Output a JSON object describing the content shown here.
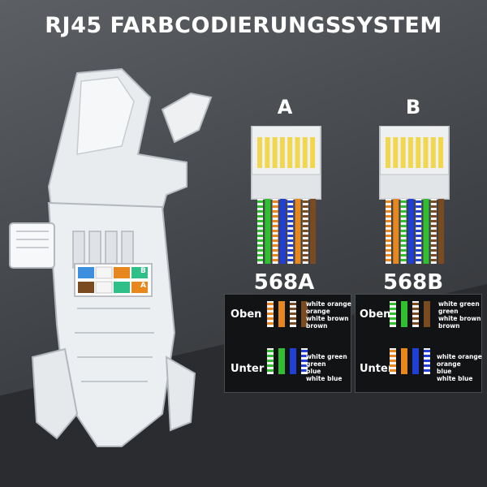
{
  "title": "RJ45 FARBCODIERUNGSSYSTEM",
  "colors": {
    "white": "#f5f5f5",
    "orange": "#e8871e",
    "green": "#2fbf2f",
    "blue": "#1f3fd6",
    "brown": "#7a4a20",
    "gold": "#f2d64b"
  },
  "standards": [
    {
      "letter": "A",
      "name": "568A",
      "wires": [
        "white-green",
        "green",
        "white-orange",
        "blue",
        "white-blue",
        "orange",
        "white-brown",
        "brown"
      ],
      "rows": [
        {
          "label": "Oben",
          "wires": [
            "white-orange",
            "orange",
            "white-brown",
            "brown"
          ],
          "names": [
            "white orange",
            "orange",
            "white brown",
            "brown"
          ]
        },
        {
          "label": "Unter",
          "wires": [
            "white-green",
            "green",
            "blue",
            "white-blue"
          ],
          "names": [
            "white green",
            "green",
            "blue",
            "white blue"
          ]
        }
      ]
    },
    {
      "letter": "B",
      "name": "568B",
      "wires": [
        "white-orange",
        "orange",
        "white-green",
        "blue",
        "white-blue",
        "green",
        "white-brown",
        "brown"
      ],
      "rows": [
        {
          "label": "Oben",
          "wires": [
            "white-green",
            "green",
            "white-brown",
            "brown"
          ],
          "names": [
            "white green",
            "green",
            "white brown",
            "brown"
          ]
        },
        {
          "label": "Unter",
          "wires": [
            "white-orange",
            "orange",
            "blue",
            "white-blue"
          ],
          "names": [
            "white orange",
            "orange",
            "blue",
            "white blue"
          ]
        }
      ]
    }
  ],
  "module_labels": {
    "top": "B",
    "bottom": "A"
  },
  "icons": [
    "rj45-keystone-connector-icon",
    "rj45-plug-icon",
    "wire-pair-icon"
  ]
}
